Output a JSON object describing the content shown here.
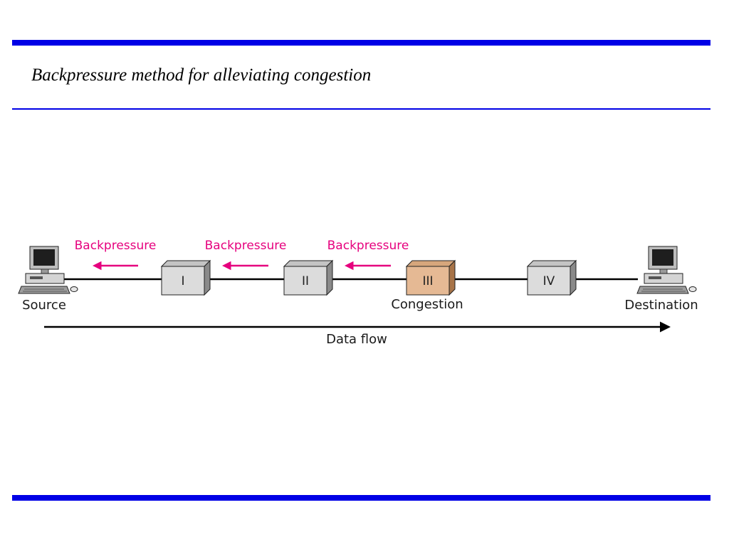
{
  "title": "Backpressure method for alleviating congestion",
  "colors": {
    "rule": "#0000e6",
    "backpressure": "#e6007e",
    "router_front": "#dcdcdc",
    "router_top": "#c4c4c4",
    "router_side": "#8a8a8a",
    "congested_front": "#e5b994",
    "congested_top": "#d6a67c",
    "congested_side": "#a87448"
  },
  "diagram": {
    "source": {
      "label": "Source",
      "icon": "computer-icon"
    },
    "destination": {
      "label": "Destination",
      "icon": "computer-icon"
    },
    "nodes": [
      {
        "label": "I",
        "congested": false
      },
      {
        "label": "II",
        "congested": false
      },
      {
        "label": "III",
        "congested": true
      },
      {
        "label": "IV",
        "congested": false
      }
    ],
    "congestion_label": "Congestion",
    "backpressure": [
      "Backpressure",
      "Backpressure",
      "Backpressure"
    ],
    "data_flow_label": "Data flow"
  }
}
